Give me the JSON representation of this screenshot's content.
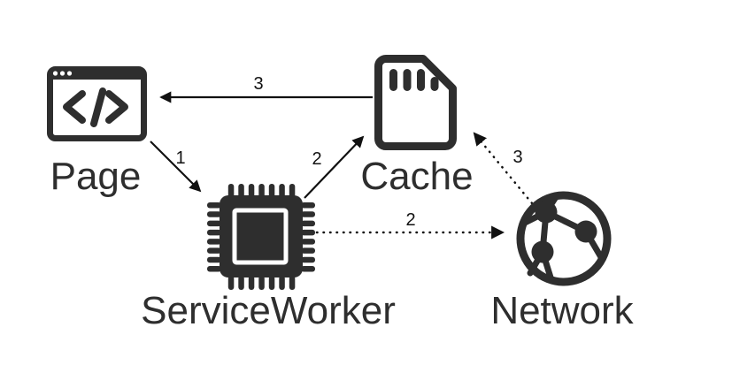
{
  "diagram": {
    "colors": {
      "background": "#ffffff",
      "ink": "#2e2e2e",
      "arrow": "#111111"
    },
    "nodes": [
      {
        "id": "page",
        "label": "Page",
        "icon": "browser-code-icon"
      },
      {
        "id": "service-worker",
        "label": "ServiceWorker",
        "icon": "cpu-chip-icon"
      },
      {
        "id": "cache",
        "label": "Cache",
        "icon": "sd-card-icon"
      },
      {
        "id": "network",
        "label": "Network",
        "icon": "globe-network-icon"
      }
    ],
    "edges": [
      {
        "from": "page",
        "to": "service-worker",
        "label": "1",
        "style": "solid"
      },
      {
        "from": "service-worker",
        "to": "cache",
        "label": "2",
        "style": "solid"
      },
      {
        "from": "cache",
        "to": "page",
        "label": "3",
        "style": "solid"
      },
      {
        "from": "service-worker",
        "to": "network",
        "label": "2",
        "style": "dotted"
      },
      {
        "from": "network",
        "to": "cache",
        "label": "3",
        "style": "dotted"
      }
    ]
  }
}
